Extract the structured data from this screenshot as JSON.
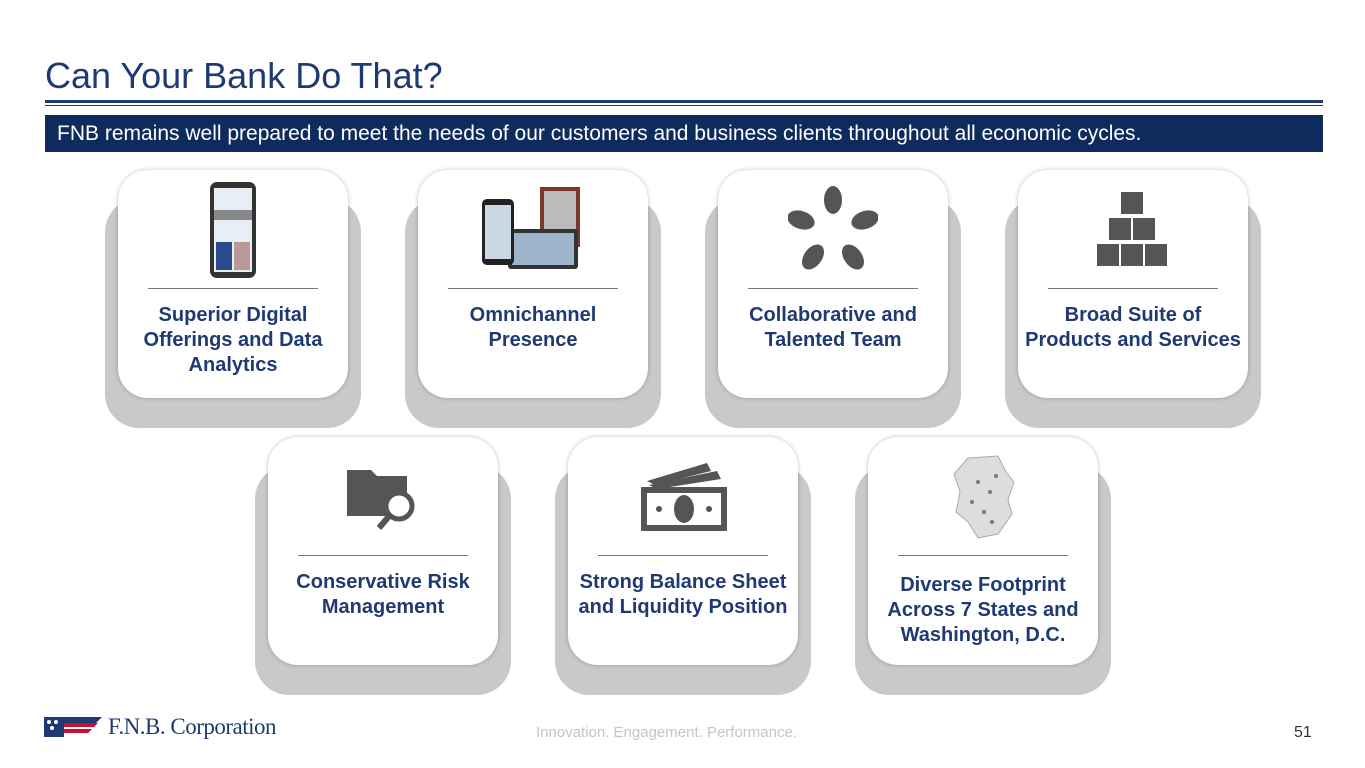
{
  "title": "Can Your Bank Do That?",
  "banner": "FNB remains well prepared to meet the needs of our customers and business clients throughout all economic cycles.",
  "cards": [
    {
      "label": "Superior Digital Offerings and Data Analytics",
      "icon": "mobile-phone-icon"
    },
    {
      "label": "Omnichannel Presence",
      "icon": "devices-icon"
    },
    {
      "label": "Collaborative and Talented Team",
      "icon": "hands-circle-icon"
    },
    {
      "label": "Broad Suite of Products and Services",
      "icon": "stacked-boxes-icon"
    },
    {
      "label": "Conservative Risk Management",
      "icon": "folder-search-icon"
    },
    {
      "label": "Strong Balance Sheet and Liquidity Position",
      "icon": "money-bills-icon"
    },
    {
      "label": "Diverse Footprint Across 7 States and Washington, D.C.",
      "icon": "footprint-map-icon"
    }
  ],
  "footer": {
    "logo": "F.N.B. Corporation",
    "tagline": "Innovation. Engagement. Performance.",
    "page": "51"
  }
}
